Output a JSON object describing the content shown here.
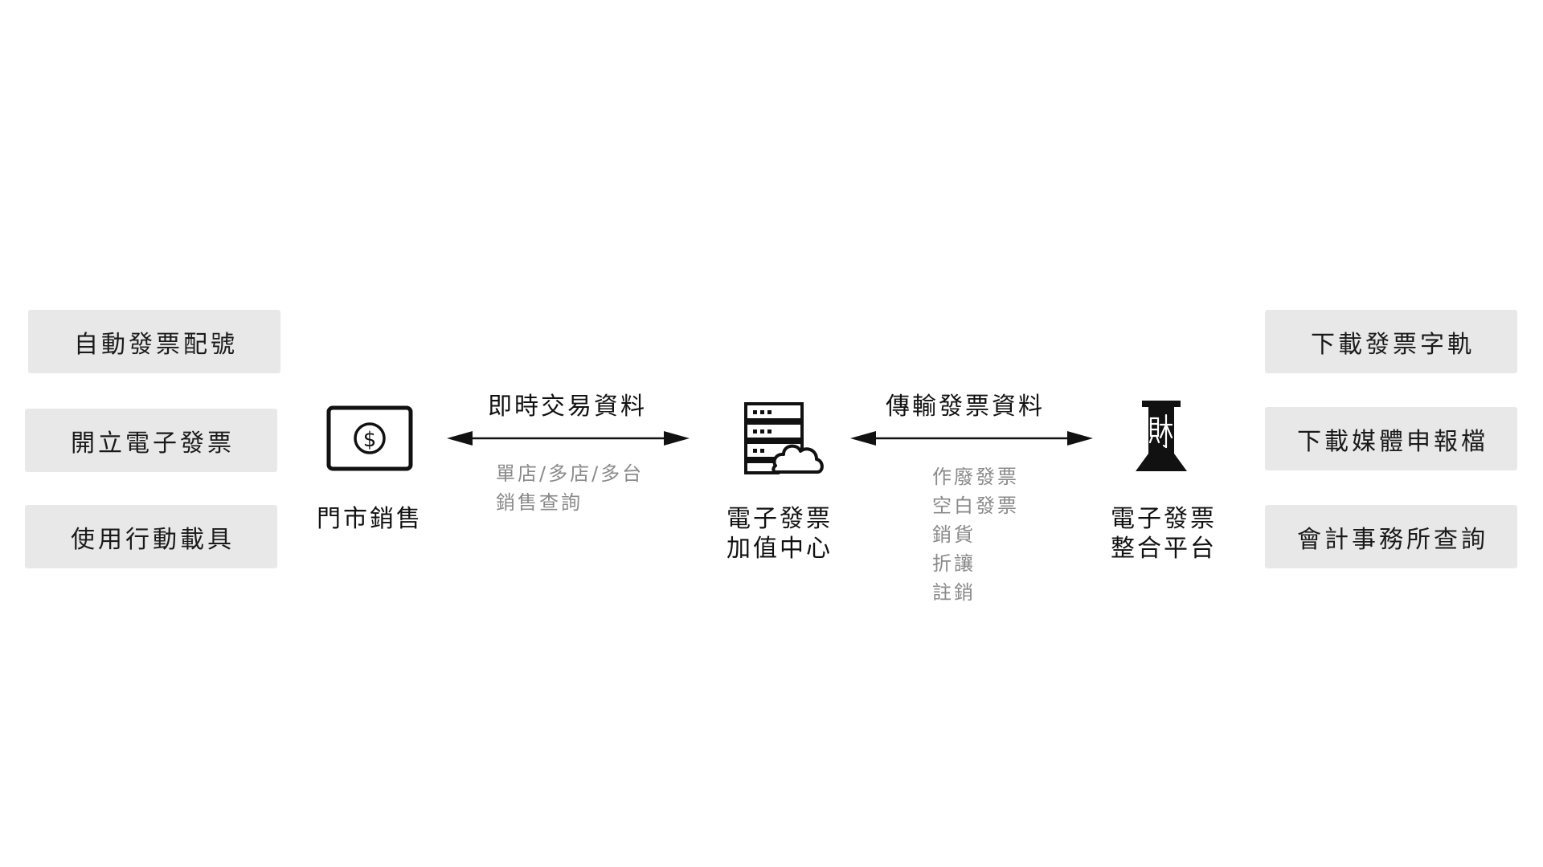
{
  "left_actions": [
    {
      "label": "自動發票配號"
    },
    {
      "label": "開立電子發票"
    },
    {
      "label": "使用行動載具"
    }
  ],
  "right_actions": [
    {
      "label": "下載發票字軌"
    },
    {
      "label": "下載媒體申報檔"
    },
    {
      "label": "會計事務所查詢"
    }
  ],
  "nodes": {
    "pos": {
      "line1": "門市銷售",
      "icon": "dollar-terminal-icon"
    },
    "center": {
      "line1": "電子發票",
      "line2": "加值中心",
      "icon": "server-cloud-icon"
    },
    "platform": {
      "line1": "電子發票",
      "line2": "整合平台",
      "icon": "ministry-of-finance-logo-icon"
    }
  },
  "flows": {
    "left": {
      "label": "即時交易資料",
      "details": [
        "單店/多店/多台",
        "銷售查詢"
      ]
    },
    "right": {
      "label": "傳輸發票資料",
      "details": [
        "作廢發票",
        "空白發票",
        "銷貨",
        "折讓",
        "註銷"
      ]
    }
  },
  "colors": {
    "pill_background": "#e8e8e8",
    "primary_text": "#111111",
    "secondary_text": "#8a8a8a"
  }
}
